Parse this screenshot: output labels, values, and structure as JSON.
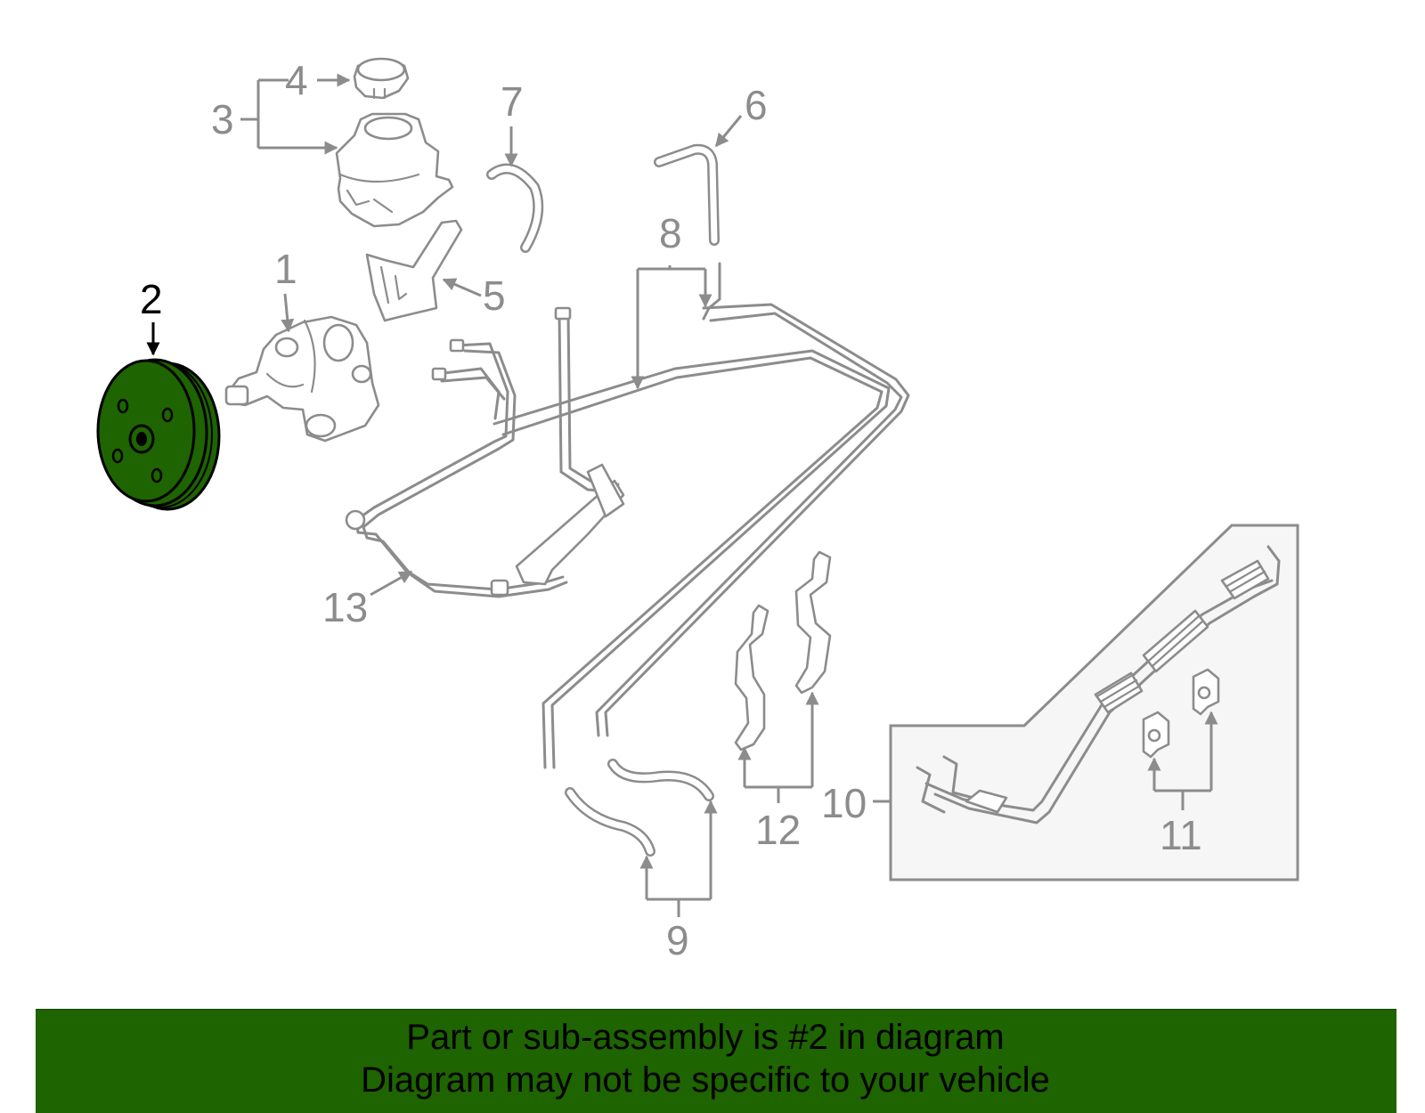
{
  "callouts": {
    "c1": "1",
    "c2": "2",
    "c3": "3",
    "c4": "4",
    "c5": "5",
    "c6": "6",
    "c7": "7",
    "c8": "8",
    "c9": "9",
    "c10": "10",
    "c11": "11",
    "c12": "12",
    "c13": "13"
  },
  "highlight": {
    "part_number": "2",
    "fill_color": "#1e6400",
    "label_color": "#000000"
  },
  "colors": {
    "line": "#8c8c8c",
    "banner": "#1e6400"
  },
  "banner": {
    "line1": "Part or sub-assembly is #2 in diagram",
    "line2": "Diagram may not be specific to your vehicle"
  }
}
